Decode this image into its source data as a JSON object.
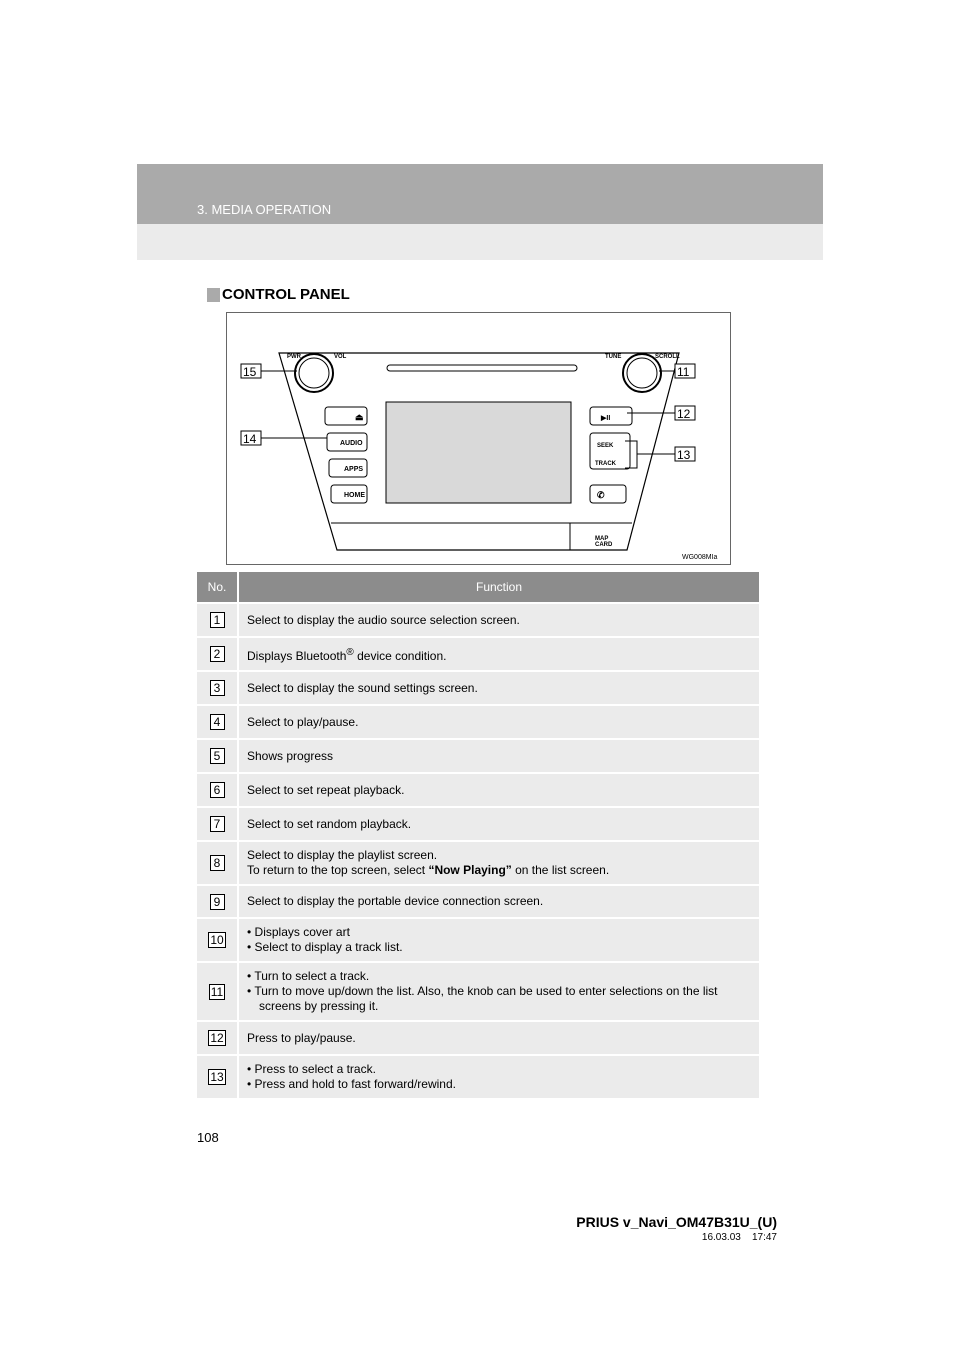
{
  "header": {
    "section": "3. MEDIA OPERATION"
  },
  "section_title": "CONTROL PANEL",
  "figure": {
    "code": "WG008MIa",
    "labels": {
      "pwr": "PWR",
      "vol": "VOL",
      "tune": "TUNE",
      "scroll": "SCROLL",
      "audio": "AUDIO",
      "apps": "APPS",
      "home": "HOME",
      "seek": "SEEK",
      "track": "TRACK",
      "map": "MAP",
      "card": "CARD",
      "eject": "⏏",
      "playpause": "▶II",
      "phone": "✆"
    },
    "callouts": {
      "c11": "11",
      "c12": "12",
      "c13": "13",
      "c14": "14",
      "c15": "15"
    }
  },
  "table": {
    "headers": [
      "No.",
      "Function"
    ],
    "rows": [
      {
        "no": "1",
        "text": "Select to display the audio source selection screen."
      },
      {
        "no": "2",
        "text": "Displays Bluetooth",
        "sup": "®",
        "text2": " device condition."
      },
      {
        "no": "3",
        "text": "Select to display the sound settings screen."
      },
      {
        "no": "4",
        "text": "Select to play/pause."
      },
      {
        "no": "5",
        "text": "Shows progress"
      },
      {
        "no": "6",
        "text": "Select to set repeat playback."
      },
      {
        "no": "7",
        "text": "Select to set random playback."
      },
      {
        "no": "8",
        "text": "Select to display the playlist screen.",
        "line2a": "To return to the top screen, select ",
        "line2b": "“Now Playing”",
        "line2c": " on the list screen."
      },
      {
        "no": "9",
        "text": "Select to display the portable device connection screen."
      },
      {
        "no": "10",
        "bullets": [
          "Displays cover art",
          "Select to display a track list."
        ]
      },
      {
        "no": "11",
        "bullets": [
          "Turn to select a track.",
          "Turn to move up/down the list. Also, the knob can be used to enter selections on the list screens by pressing it."
        ]
      },
      {
        "no": "12",
        "text": "Press to play/pause."
      },
      {
        "no": "13",
        "bullets": [
          "Press to select a track.",
          "Press and hold to fast forward/rewind."
        ]
      }
    ]
  },
  "page_number": "108",
  "footer": {
    "manual": "PRIUS v_Navi_OM47B31U_(U)",
    "date": "16.03.03",
    "time": "17:47"
  }
}
